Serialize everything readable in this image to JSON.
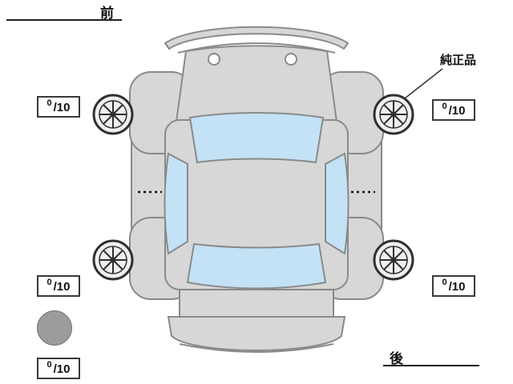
{
  "diagram": {
    "front_label": "前",
    "rear_label": "後",
    "genuine_label": "純正品",
    "score_denominator": "/10",
    "scores": {
      "front_left": "0",
      "front_right": "0",
      "rear_left": "0",
      "rear_right": "0",
      "spare": "0"
    },
    "colors": {
      "body": "#d7d7d7",
      "outline": "#8a8a8a",
      "window": "#c3e2f6",
      "wheel": "#2f2f2f",
      "spare_circle": "#9c9c9c"
    }
  }
}
